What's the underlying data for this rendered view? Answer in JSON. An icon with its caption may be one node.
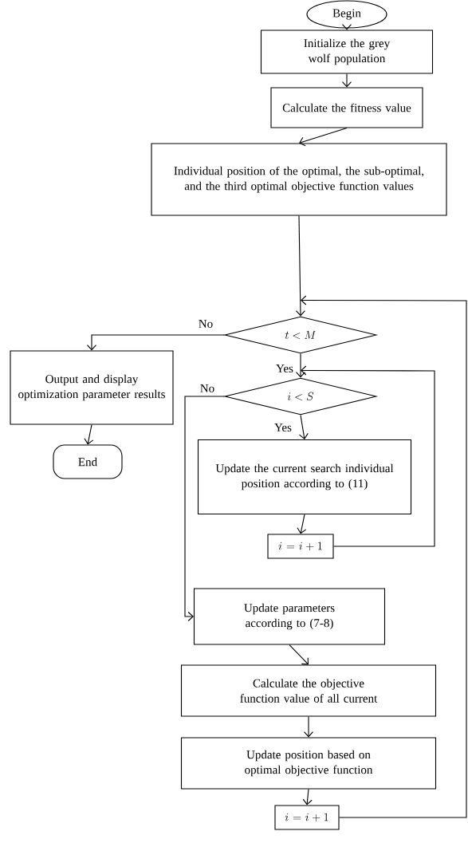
{
  "diagram": {
    "nodes": [
      {
        "text": [
          "Begin"
        ]
      },
      {
        "text": [
          "Initialize the grey wolf population"
        ]
      },
      {
        "text": [
          "Calculate the fitness value"
        ]
      },
      {
        "text": [
          "Individual position of the optimal, the sub-optimal, and the third optimal objective function values"
        ]
      },
      {
        "text": [
          "t<M"
        ]
      },
      {
        "text": [
          "Output and display optimization parameter results"
        ]
      },
      {
        "text": [
          "End"
        ]
      },
      {
        "text": [
          "i<S"
        ]
      },
      {
        "text": [
          "Update the current search individual position according to (11)"
        ]
      },
      {
        "text": [
          "i=i+1"
        ]
      },
      {
        "text": [
          "Update parameters according to (7-8)"
        ]
      },
      {
        "text": [
          "Calculate the objective function value of all current"
        ]
      },
      {
        "text": [
          "Update position based on optimal objective function"
        ]
      },
      {
        "text": [
          "i=i+1"
        ]
      }
    ],
    "edges": [
      {
        "from": 0,
        "to": 1,
        "arrow": "to"
      },
      {
        "from": 1,
        "to": 2,
        "arrow": "to"
      },
      {
        "from": 2,
        "to": 3,
        "arrow": "to"
      },
      {
        "from": 3,
        "to": 4,
        "arrow": "to"
      },
      {
        "from": 4,
        "to": 5,
        "arrow": "to",
        "label": "No"
      },
      {
        "from": 5,
        "to": 6,
        "arrow": "to"
      },
      {
        "from": 4,
        "to": 7,
        "arrow": "to",
        "label": "Yes"
      },
      {
        "from": 7,
        "to": 8,
        "arrow": "to",
        "label": "Yes"
      },
      {
        "from": 8,
        "to": 9,
        "arrow": "to"
      },
      {
        "from": 9,
        "to": 7,
        "arrow": "to"
      },
      {
        "from": 7,
        "to": 10,
        "arrow": "to",
        "label": "No"
      },
      {
        "from": 10,
        "to": 11,
        "arrow": "to"
      },
      {
        "from": 11,
        "to": 12,
        "arrow": "to"
      },
      {
        "from": 12,
        "to": 13,
        "arrow": "to"
      },
      {
        "from": 13,
        "to": 4,
        "arrow": "to"
      }
    ]
  }
}
